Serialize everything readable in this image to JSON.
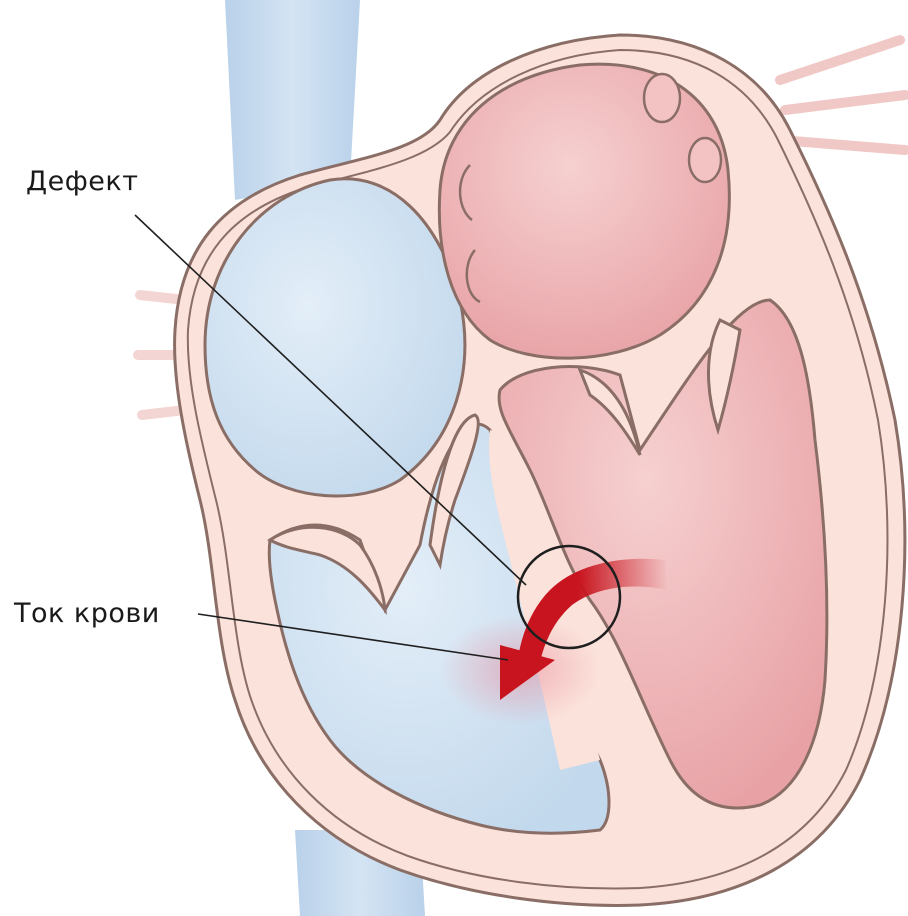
{
  "labels": {
    "defect": "Дефект",
    "blood_flow": "Ток крови"
  },
  "colors": {
    "outline": "#8a6e66",
    "outer_wall": "#fbe2da",
    "right_side_blue": "#cfe2f2",
    "left_side_pink": "#efb5b7",
    "arrow_red": "#c8141e",
    "leader_line": "#1f1f1f"
  },
  "icons": {
    "defect_marker": "circle-outline",
    "flow_arrow": "curved-arrow"
  }
}
